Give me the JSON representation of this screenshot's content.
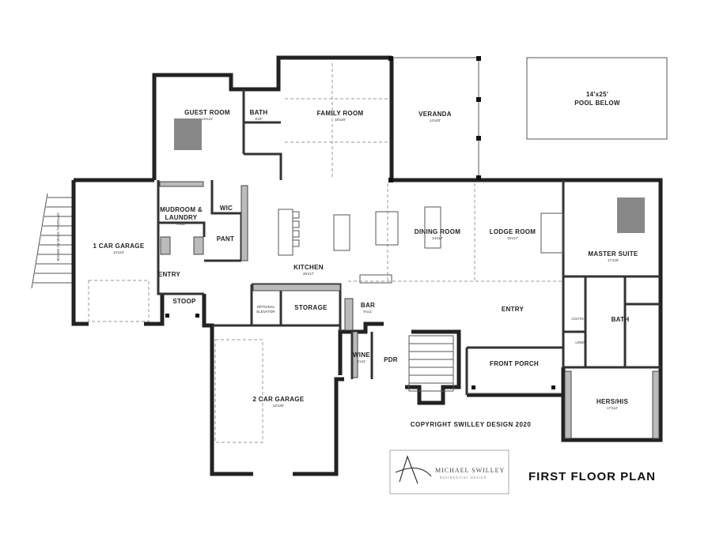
{
  "plan": {
    "title": "FIRST FLOOR PLAN",
    "copyright": "COPYRIGHT SWILLEY DESIGN 2020",
    "logo": {
      "name": "MICHAEL SWILLEY",
      "subtitle": "RESIDENTIAL DESIGN"
    },
    "side_note": "OPTIONAL STAIR TO GRADE",
    "pool": {
      "label": "14'x25'",
      "sub": "POOL BELOW"
    },
    "rooms": {
      "guest_room": {
        "name": "GUEST ROOM",
        "dim": "13'x13'"
      },
      "guest_bath": {
        "name": "BATH",
        "dim": "6'x9'"
      },
      "family_room": {
        "name": "FAMILY ROOM",
        "dim": "18'x20'"
      },
      "veranda": {
        "name": "VERANDA",
        "dim": "14'x20'"
      },
      "mudroom": {
        "name": "MUDROOM &",
        "name2": "LAUNDRY",
        "dim": "8'x11'"
      },
      "wic": {
        "name": "WIC"
      },
      "pantry": {
        "name": "PANT"
      },
      "one_car_garage": {
        "name": "1 CAR GARAGE",
        "dim": "14'x24'"
      },
      "entry_side": {
        "name": "ENTRY"
      },
      "stoop": {
        "name": "STOOP"
      },
      "kitchen": {
        "name": "KITCHEN",
        "dim": "26'x17'"
      },
      "optional_elevator": {
        "name": "OPTIONAL",
        "name2": "ELEVATOR"
      },
      "storage": {
        "name": "STORAGE"
      },
      "dining_room": {
        "name": "DINING ROOM",
        "dim": "14'x17'"
      },
      "lodge_room": {
        "name": "LODGE ROOM",
        "dim": "15'x17'"
      },
      "master_suite": {
        "name": "MASTER SUITE",
        "dim": "17'x18'"
      },
      "bar": {
        "name": "BAR",
        "dim": "9'x11'"
      },
      "entry_main": {
        "name": "ENTRY"
      },
      "wine": {
        "name": "WINE",
        "dim": "6'x11'"
      },
      "pdr": {
        "name": "PDR"
      },
      "front_porch": {
        "name": "FRONT PORCH"
      },
      "two_car_garage": {
        "name": "2 CAR GARAGE",
        "dim": "22'x26'"
      },
      "coats": {
        "name": "COATS"
      },
      "linen": {
        "name": "LINEN"
      },
      "master_bath": {
        "name": "BATH"
      },
      "hers_his": {
        "name": "HERS/HIS",
        "dim": "17'x12'"
      }
    }
  }
}
